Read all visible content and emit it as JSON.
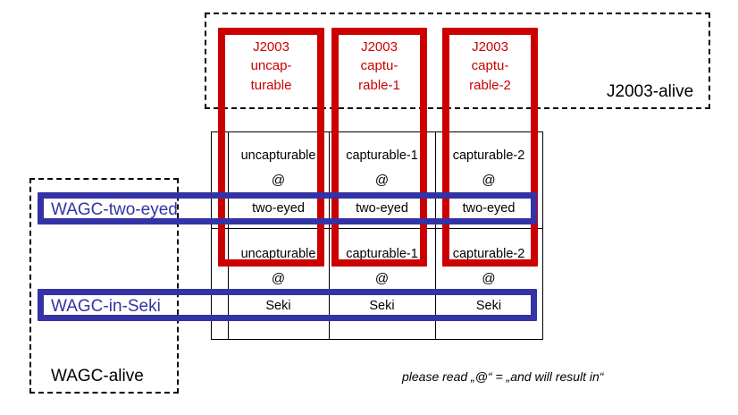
{
  "diagram": {
    "title": "WAGC / J2003 life-status correspondence diagram",
    "colors": {
      "red": "#cc0000",
      "blue": "#3333a6",
      "black": "#000000",
      "background": "#ffffff"
    }
  },
  "groups": {
    "j2003_alive": {
      "label": "J2003-alive"
    },
    "wagc_alive": {
      "label": "WAGC-alive"
    }
  },
  "red_boxes": [
    {
      "line1": "J2003",
      "line2": "uncap-",
      "line3": "turable"
    },
    {
      "line1": "J2003",
      "line2": "captu-",
      "line3": "rable-1"
    },
    {
      "line1": "J2003",
      "line2": "captu-",
      "line3": "rable-2"
    }
  ],
  "blue_row_labels": [
    {
      "label": "WAGC-two-eyed"
    },
    {
      "label": "WAGC-in-Seki"
    }
  ],
  "table": {
    "columns": [
      "column-1",
      "column-2",
      "column-3"
    ],
    "blocks": [
      {
        "name": "two-eyed-block",
        "rows": [
          {
            "name": "condition",
            "cells": [
              "uncapturable",
              "capturable-1",
              "capturable-2"
            ]
          },
          {
            "name": "operator",
            "cells": [
              "@",
              "@",
              "@"
            ]
          },
          {
            "name": "result",
            "cells": [
              "two-eyed",
              "two-eyed",
              "two-eyed"
            ]
          }
        ]
      },
      {
        "name": "seki-block",
        "rows": [
          {
            "name": "condition",
            "cells": [
              "uncapturable",
              "capturable-1",
              "capturable-2"
            ]
          },
          {
            "name": "operator",
            "cells": [
              "@",
              "@",
              "@"
            ]
          },
          {
            "name": "result",
            "cells": [
              "Seki",
              "Seki",
              "Seki"
            ]
          }
        ]
      }
    ]
  },
  "footnote": {
    "text": "please read „@“ = „and will result in“"
  }
}
